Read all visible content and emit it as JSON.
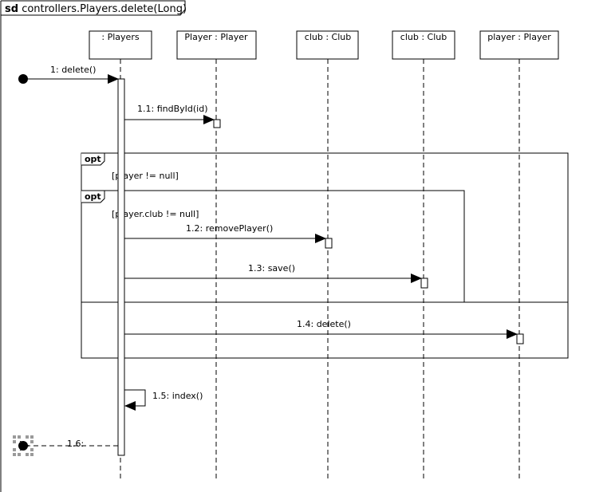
{
  "frame": {
    "keyword": "sd",
    "name": "controllers.Players.delete(Long)"
  },
  "lifelines": [
    {
      "label": ": Players"
    },
    {
      "label": "Player : Player"
    },
    {
      "label": "club : Club"
    },
    {
      "label": "club : Club"
    },
    {
      "label": "player : Player"
    }
  ],
  "messages": {
    "m1": "1: delete()",
    "m1_1": "1.1: findById(id)",
    "m1_2": "1.2: removePlayer()",
    "m1_3": "1.3: save()",
    "m1_4": "1.4: delete()",
    "m1_5": "1.5: index()",
    "m1_6": "1.6:"
  },
  "fragments": {
    "outer": {
      "keyword": "opt",
      "guard": "[player != null]"
    },
    "inner": {
      "keyword": "opt",
      "guard": "[player.club != null]"
    }
  },
  "colors": {
    "line": "#000000",
    "fill": "#ffffff",
    "gate_dots": "#9a9a9a"
  }
}
